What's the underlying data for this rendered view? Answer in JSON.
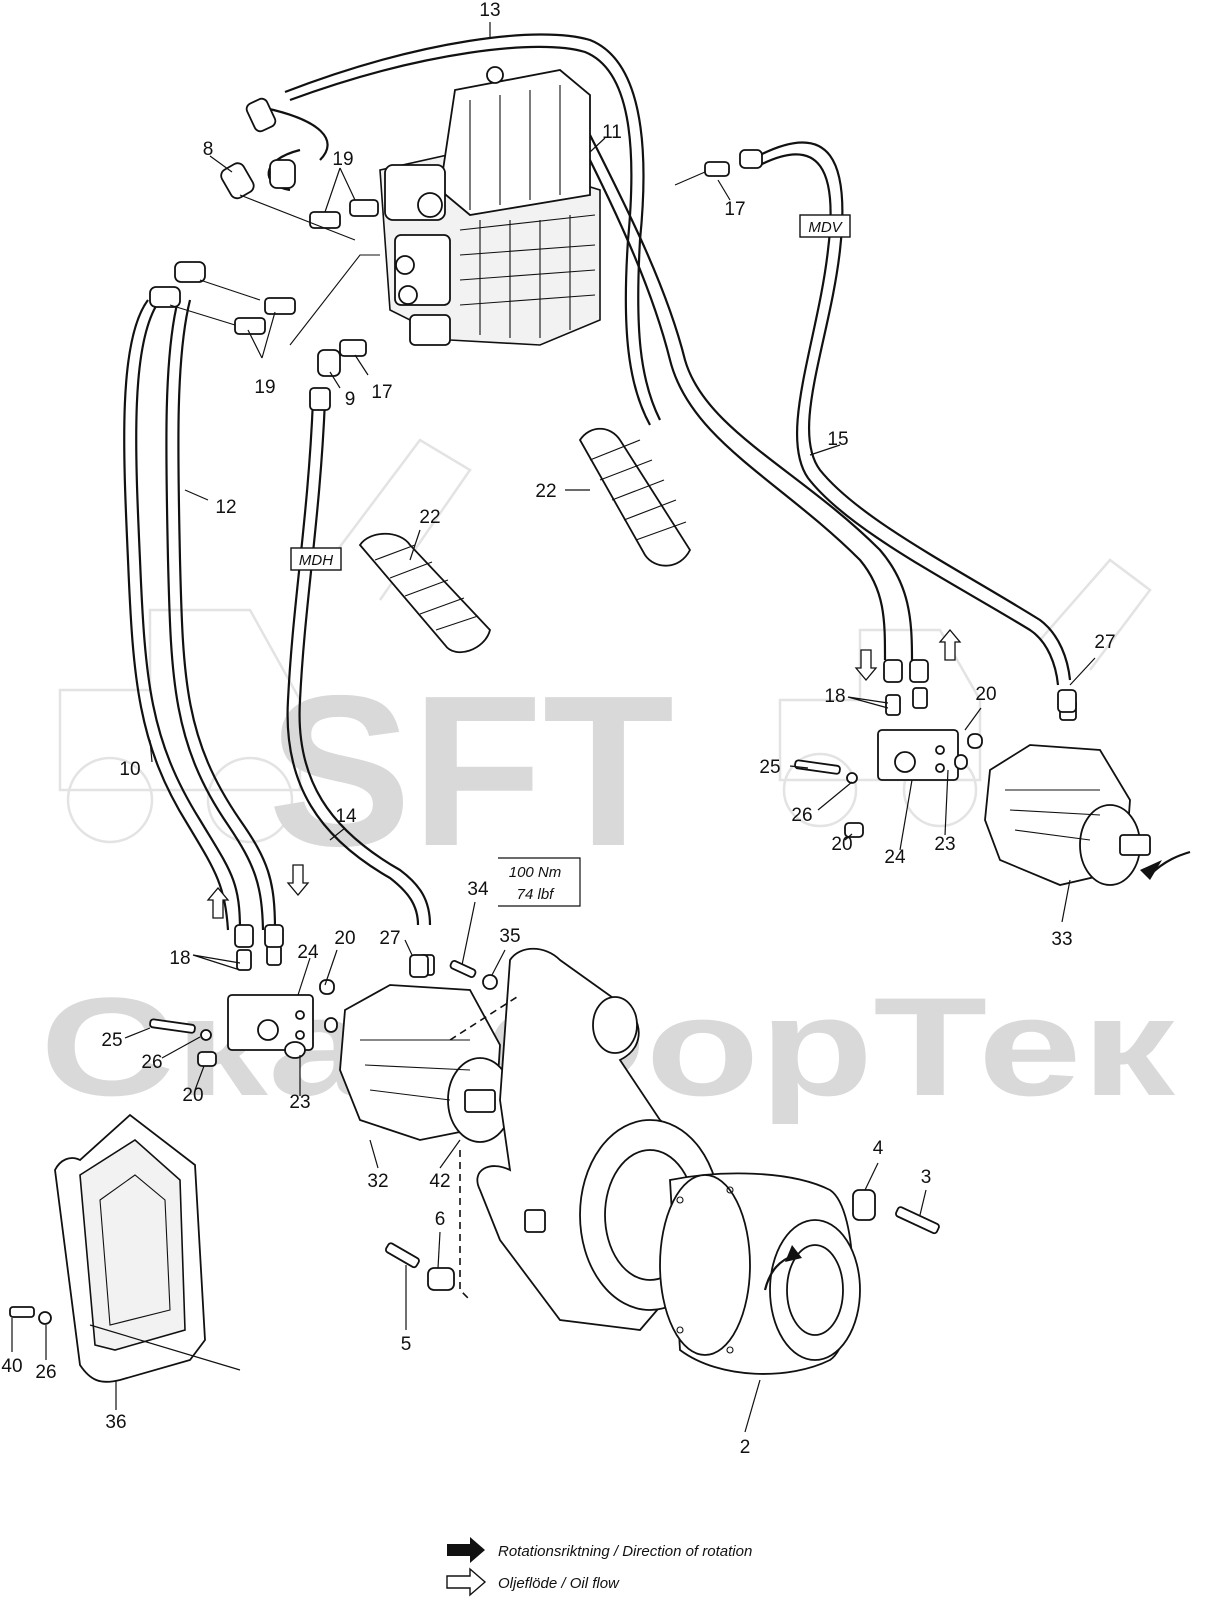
{
  "watermark": {
    "brand": "SFT",
    "company": "СкайФорТек"
  },
  "boxes": {
    "mdv": "MDV",
    "mdh": "MDH",
    "torque_nm": "100 Nm",
    "torque_lbf": "74 lbf"
  },
  "callouts": {
    "c13": "13",
    "c11": "11",
    "c8": "8",
    "c19a": "19",
    "c19b": "19",
    "c17a": "17",
    "c17b": "17",
    "c9": "9",
    "c15": "15",
    "c12": "12",
    "c22a": "22",
    "c22b": "22",
    "c27a": "27",
    "c27b": "27",
    "c18a": "18",
    "c18b": "18",
    "c20a": "20",
    "c20b": "20",
    "c20c": "20",
    "c20d": "20",
    "c25a": "25",
    "c25b": "25",
    "c26a": "26",
    "c26b": "26",
    "c26c": "26",
    "c24a": "24",
    "c24b": "24",
    "c23a": "23",
    "c23b": "23",
    "c10": "10",
    "c14": "14",
    "c33": "33",
    "c34": "34",
    "c35": "35",
    "c32": "32",
    "c42": "42",
    "c4": "4",
    "c3": "3",
    "c6": "6",
    "c5": "5",
    "c2": "2",
    "c40": "40",
    "c36": "36"
  },
  "legend": {
    "rotation": "Rotationsriktning / Direction of rotation",
    "oil_flow": "Oljeflöde / Oil flow"
  },
  "icons": {
    "rotation_arrow": "solid-arrow-icon",
    "flow_arrow": "hollow-arrow-icon"
  }
}
